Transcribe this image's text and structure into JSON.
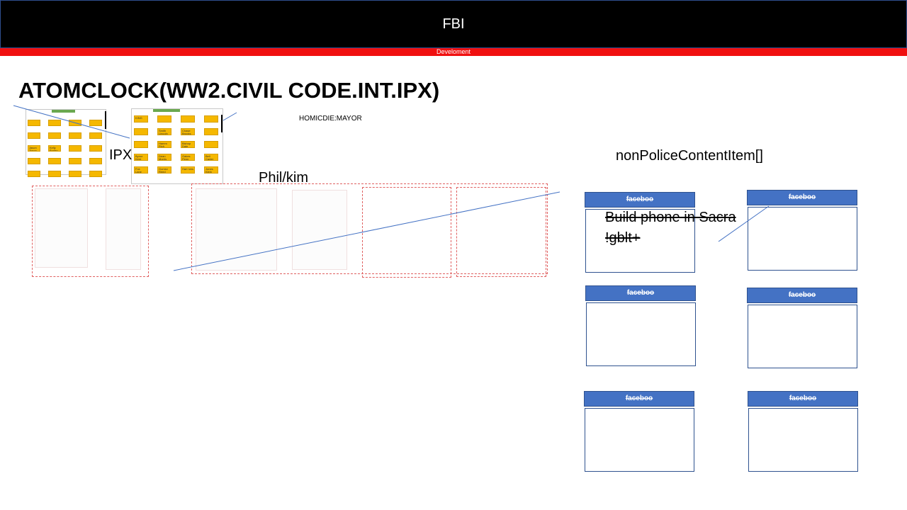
{
  "header": {
    "title": "FBI",
    "subtitle": "Develoment"
  },
  "heading": "ATOMCLOCK(WW2.CIVIL CODE.INT.IPX)",
  "labels": {
    "homicide": "HOMICDIE:MAYOR",
    "ipx": "IPX",
    "phil_kim": "Phil/kim",
    "non_police": "nonPoliceContentItem[]"
  },
  "left_card_boxes": [
    "",
    "",
    "",
    "",
    "",
    "",
    "",
    "",
    "Jason Tyson Mario Lopez",
    "Kelly Boden",
    "",
    "",
    "",
    "",
    "",
    "",
    "",
    "",
    "",
    ""
  ],
  "right_card_boxes": [
    "KING",
    "",
    "",
    "",
    "",
    "Smith Lincoln",
    "Chase Brooks",
    "",
    "",
    "Hamm Rich",
    "Bishop Dale",
    "",
    "Byrne Kent",
    "Dean Morris",
    "Oakes Penn",
    "Bell Carter",
    "Fox Lane",
    "Gomez Reed",
    "Hart Ives",
    "Jones Klein"
  ],
  "facebook_cards": [
    {
      "header": "faceboo"
    },
    {
      "header": "faceboo"
    },
    {
      "header": "faceboo"
    },
    {
      "header": "faceboo"
    },
    {
      "header": "faceboo"
    },
    {
      "header": "faceboo"
    }
  ],
  "strike_notes": [
    "Build phone in Sacra",
    "!gblt+"
  ]
}
